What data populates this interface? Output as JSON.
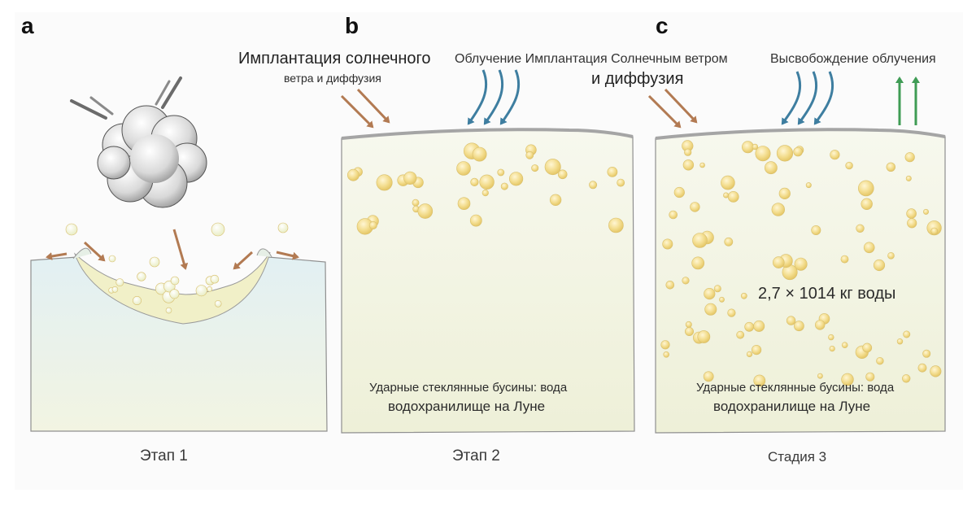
{
  "panels": {
    "a": {
      "letter": "a",
      "caption": "Этап 1"
    },
    "b": {
      "letter": "b",
      "caption": "Этап 2",
      "implant_line1": "Имплантация солнечного",
      "implant_line2": "ветра и диффузия",
      "irradiation_label": "Облучение Имплантация Солнечным ветром",
      "irradiation_line2": "и диффузия",
      "reservoir_line1": "Ударные стеклянные бусины: вода",
      "reservoir_line2": "водохранилище на Луне"
    },
    "c": {
      "letter": "c",
      "caption": "Стадия 3",
      "release_label": "Высвобождение облучения",
      "water_amount": "2,7 × 1014 кг воды",
      "reservoir_line1": "Ударные стеклянные бусины: вода",
      "reservoir_line2": "водохранилище на Луне"
    }
  },
  "colors": {
    "soil_top": "#f4f6ec",
    "soil_bottom": "#eef1dc",
    "bead": "#f0d98a",
    "arrow_brown": "#b27a52",
    "arrow_blue": "#3e7ea0",
    "arrow_green": "#3f9c55",
    "cloud": "#cfcfcf"
  },
  "icons": [
    "impact-cloud-icon",
    "arrow-icon"
  ]
}
